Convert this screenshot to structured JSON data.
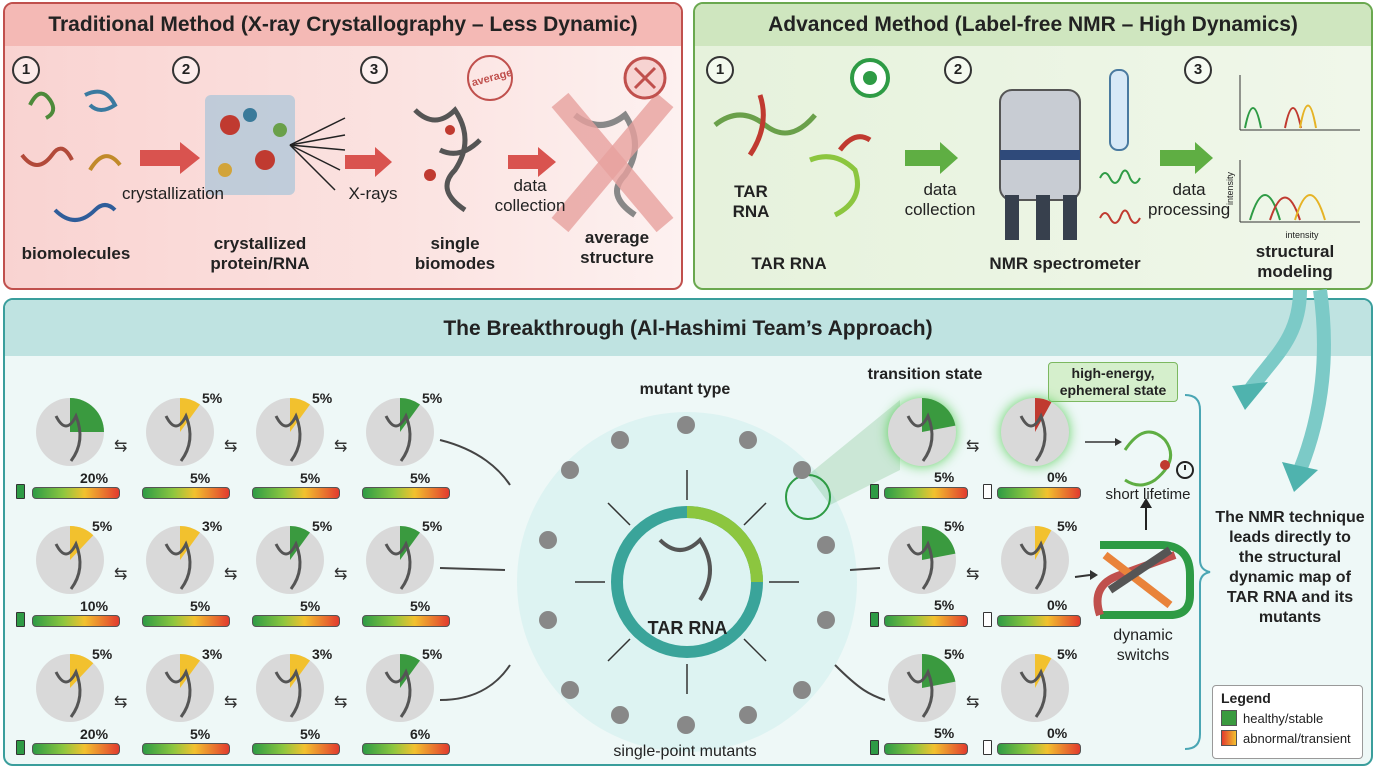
{
  "traditional": {
    "title": "Traditional Method (X-ray Crystallography – Less Dynamic)",
    "steps": [
      {
        "num": "1",
        "label": "biomolecules"
      },
      {
        "num": "2",
        "label": "crystallized protein/RNA"
      },
      {
        "num": "3",
        "label": "single biomodes"
      }
    ],
    "arrow_crystallization": "crystallization",
    "arrow_xrays": "X-rays",
    "arrow_data_collection": "data collection",
    "stamp": "average",
    "result": "average structure"
  },
  "advanced": {
    "title": "Advanced Method (Label-free NMR  – High Dynamics)",
    "steps": [
      {
        "num": "1",
        "label": "TAR RNA"
      },
      {
        "num": "2",
        "label": "NMR spectrometer"
      },
      {
        "num": "3",
        "label": "structural modeling"
      }
    ],
    "inner_label": "TAR RNA",
    "arrow_data_collection": "data collection",
    "arrow_data_processing": "data processing",
    "axis_intensity_y": "intensity",
    "axis_intensity_x": "intensity"
  },
  "breakthrough": {
    "title": "The Breakthrough (Al-Hashimi Team’s Approach)",
    "grid_rows": [
      {
        "cells": [
          {
            "top": "",
            "bottom": "20%",
            "level": 0.25
          },
          {
            "top": "5%",
            "bottom": "5%",
            "level": 0.05
          },
          {
            "top": "5%",
            "bottom": "5%",
            "level": 0.05
          },
          {
            "top": "5%",
            "bottom": "5%",
            "level": 0.05
          }
        ]
      },
      {
        "cells": [
          {
            "top": "5%",
            "bottom": "10%",
            "level": 0.1
          },
          {
            "top": "3%",
            "bottom": "5%",
            "level": 0.05
          },
          {
            "top": "5%",
            "bottom": "5%",
            "level": 0.05
          },
          {
            "top": "5%",
            "bottom": "5%",
            "level": 0.05
          }
        ]
      },
      {
        "cells": [
          {
            "top": "5%",
            "bottom": "20%",
            "level": 0.2
          },
          {
            "top": "3%",
            "bottom": "5%",
            "level": 0.05
          },
          {
            "top": "3%",
            "bottom": "5%",
            "level": 0.05
          },
          {
            "top": "5%",
            "bottom": "6%",
            "level": 0.06
          }
        ]
      }
    ],
    "mutant_type": "mutant type",
    "center_label": "TAR RNA",
    "single_point": "single-point mutants",
    "transition_state": "transition state",
    "high_energy": "high-energy, ephemeral state",
    "right_rows": [
      {
        "a": "5%",
        "b": "0%"
      },
      {
        "a": "5%",
        "b": "0%",
        "atop": "5%",
        "btop": "5%"
      },
      {
        "a": "5%",
        "b": "0%",
        "atop": "5%",
        "btop": "5%"
      }
    ],
    "short_lifetime": "short lifetime",
    "dynamic_switchs": "dynamic switchs",
    "conclusion": "The NMR technique leads directly to the structural dynamic map of TAR RNA and its mutants",
    "legend": {
      "title": "Legend",
      "items": [
        {
          "label": "healthy/stable",
          "color": "#3a9a3f"
        },
        {
          "label": "abnormal/transient",
          "color": "#e9833a"
        }
      ]
    }
  }
}
